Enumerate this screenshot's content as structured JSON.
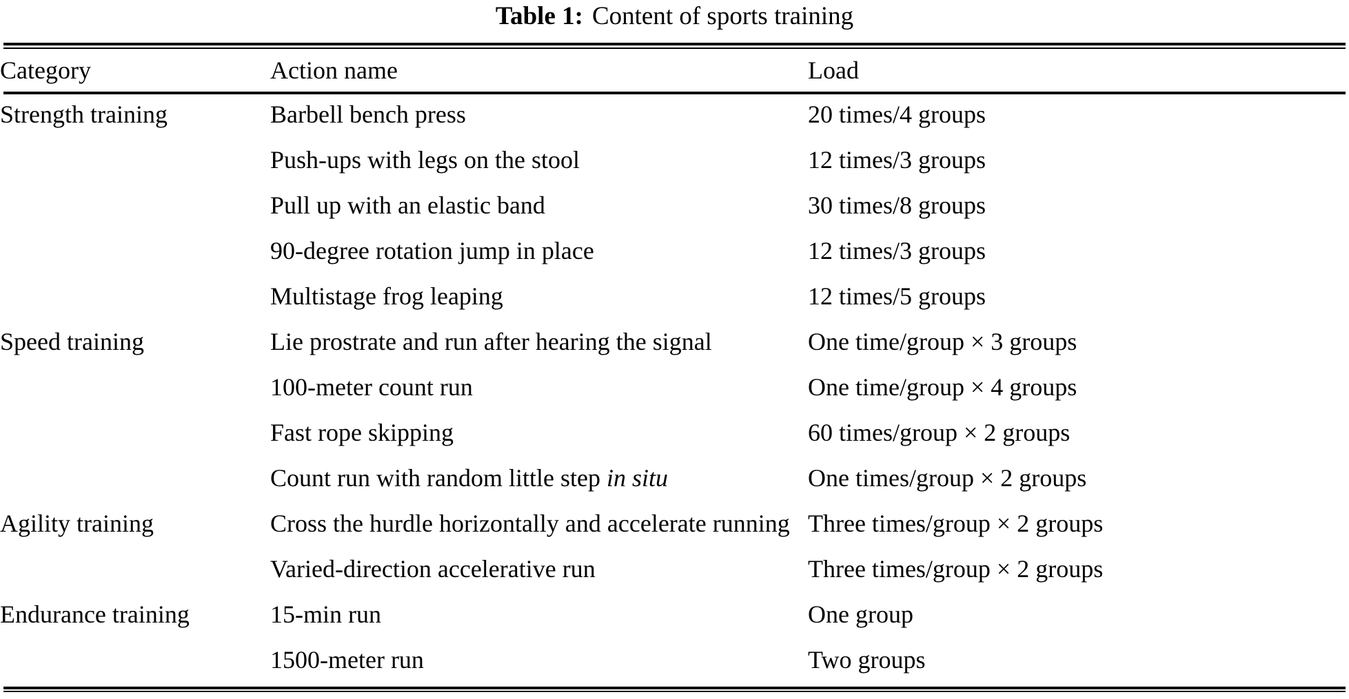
{
  "caption": {
    "label": "Table 1:",
    "text": "Content of sports training"
  },
  "table": {
    "columns": [
      {
        "key": "category",
        "header": "Category"
      },
      {
        "key": "action",
        "header": "Action name"
      },
      {
        "key": "load",
        "header": "Load"
      }
    ],
    "rows": [
      {
        "category": "Strength training",
        "action": "Barbell bench press",
        "load": "20 times/4 groups"
      },
      {
        "category": "",
        "action": "Push-ups with legs on the stool",
        "load": "12 times/3 groups"
      },
      {
        "category": "",
        "action": "Pull up with an elastic band",
        "load": "30 times/8 groups"
      },
      {
        "category": "",
        "action": "90-degree rotation jump in place",
        "load": "12 times/3 groups"
      },
      {
        "category": "",
        "action": "Multistage frog leaping",
        "load": "12 times/5 groups"
      },
      {
        "category": "Speed training",
        "action": "Lie prostrate and run after hearing the signal",
        "load": "One time/group × 3 groups"
      },
      {
        "category": "",
        "action": "100-meter count run",
        "load": "One time/group × 4 groups"
      },
      {
        "category": "",
        "action": "Fast rope skipping",
        "load": "60 times/group × 2 groups"
      },
      {
        "category": "",
        "action": "Count run with random little step in situ",
        "action_plain": "Count run with random little step ",
        "action_italic": "in situ",
        "load": "One times/group × 2 groups"
      },
      {
        "category": "Agility training",
        "action": "Cross the hurdle horizontally and accelerate running",
        "load": "Three times/group × 2 groups"
      },
      {
        "category": "",
        "action": "Varied-direction accelerative run",
        "load": "Three times/group × 2 groups"
      },
      {
        "category": "Endurance training",
        "action": "15-min run",
        "load": "One group"
      },
      {
        "category": "",
        "action": "1500-meter run",
        "load": "Two groups"
      }
    ]
  },
  "style": {
    "text_color": "#000000",
    "background": "#ffffff",
    "rule_color": "#000000"
  }
}
